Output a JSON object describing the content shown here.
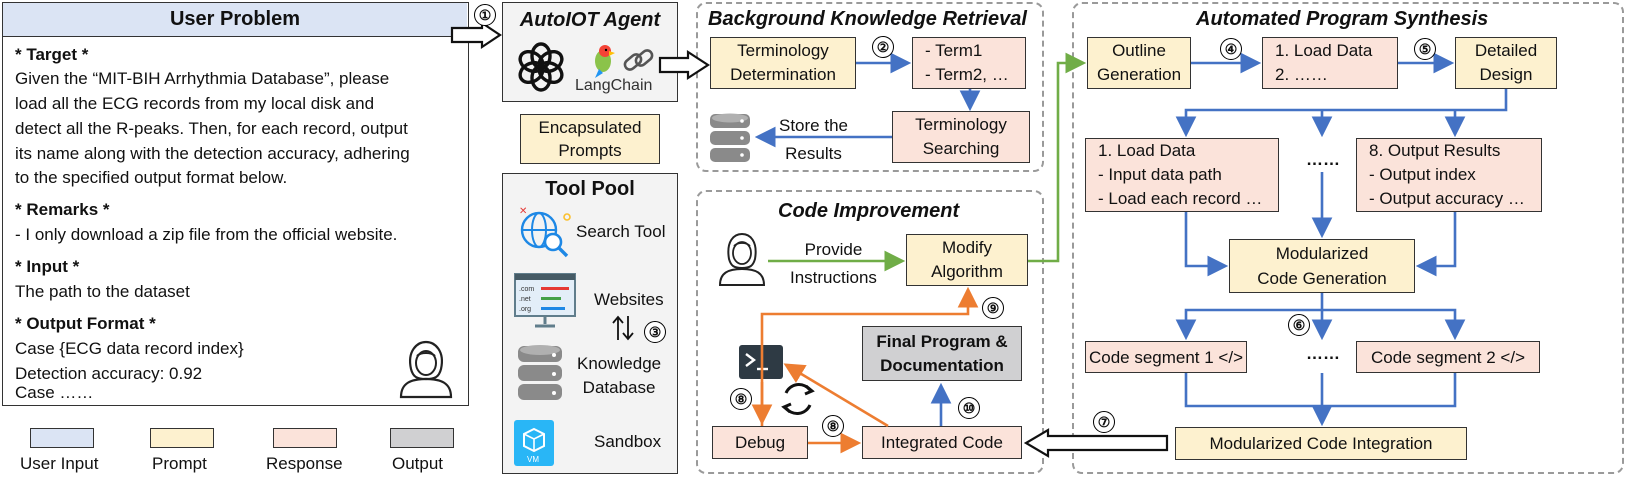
{
  "user_problem": {
    "title": "User Problem",
    "target_heading": "* Target *",
    "target_lines": [
      "Given the “MIT-BIH Arrhythmia Database”, please",
      "load all the ECG records from my local disk and",
      "detect all the R-peaks. Then, for each record, output",
      "its name along with the detection accuracy, adhering",
      "to the specified output format below."
    ],
    "remarks_heading": "* Remarks *",
    "remarks_line": "- I only download a zip file from the official website.",
    "input_heading": "* Input *",
    "input_line": "The path to the dataset",
    "output_heading": "* Output Format *",
    "output_lines": [
      "Case {ECG data record index}",
      "Detection accuracy: 0.92",
      "Case ……"
    ]
  },
  "agent": {
    "title": "AutoIOT Agent",
    "langchain": "LangChain",
    "prompts": "Encapsulated\nPrompts"
  },
  "tool_pool": {
    "title": "Tool Pool",
    "items": [
      "Search Tool",
      "Websites",
      "Knowledge\nDatabase",
      "Sandbox"
    ],
    "site_tlds": [
      ".com",
      ".net",
      ".org"
    ],
    "vm_label": "VM"
  },
  "bkr": {
    "title": "Background Knowledge Retrieval",
    "term_det": "Terminology\nDetermination",
    "terms": "- Term1\n- Term2, …",
    "term_search": "Terminology\nSearching",
    "store": "Store the\nResults"
  },
  "aps": {
    "title": "Automated Program Synthesis",
    "outline": "Outline\nGeneration",
    "load_steps": "1. Load Data\n2. ……",
    "detailed": "Detailed\nDesign",
    "step1": "1. Load Data\n- Input data path\n- Load each record …",
    "dots": "……",
    "step8": "8. Output Results\n- Output index\n- Output accuracy …",
    "modgen": "Modularized\nCode Generation",
    "seg1": "Code segment 1 </>",
    "seg2": "Code segment 2 </>",
    "integration": "Modularized Code Integration"
  },
  "ci": {
    "title": "Code Improvement",
    "provide": "Provide\nInstructions",
    "modify": "Modify\nAlgorithm",
    "final": "Final Program &\nDocumentation",
    "debug": "Debug",
    "integrated": "Integrated Code"
  },
  "steps": [
    "①",
    "②",
    "③",
    "④",
    "⑤",
    "⑥",
    "⑦",
    "⑧",
    "⑧",
    "⑨",
    "⑩"
  ],
  "legend": [
    {
      "label": "User Input",
      "color": "#dbe4f4"
    },
    {
      "label": "Prompt",
      "color": "#fdf1cf"
    },
    {
      "label": "Response",
      "color": "#fbe3da"
    },
    {
      "label": "Output",
      "color": "#d0d0d2"
    }
  ],
  "colors": {
    "blue_arrow": "#4472c4",
    "green_arrow": "#70ad47",
    "orange_arrow": "#ed7d31"
  }
}
